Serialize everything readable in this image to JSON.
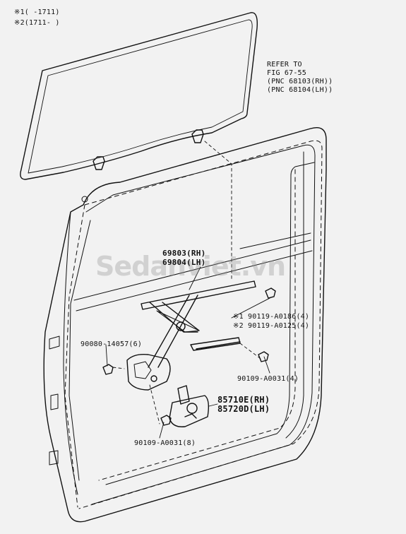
{
  "header": {
    "note1": "※1(    -1711)",
    "note2": "※2(1711-    )"
  },
  "refer": {
    "line1": "REFER TO",
    "line2": "FIG 67-55",
    "line3": "(PNC 68103(RH))",
    "line4": "(PNC 68104(LH))"
  },
  "parts": {
    "regulator_rh": "69803(RH)",
    "regulator_lh": "69804(LH)",
    "bolt_1": "※1 90119-A0186(4)",
    "bolt_2": "※2 90119-A0125(4)",
    "bolt_left": "90080-14057(6)",
    "bolt_right": "90109-A0031(4)",
    "motor_rh": "85710E(RH)",
    "motor_lh": "85720D(LH)",
    "bolt_bottom": "90109-A0031(8)"
  },
  "watermark": "Sedanviet.vn"
}
